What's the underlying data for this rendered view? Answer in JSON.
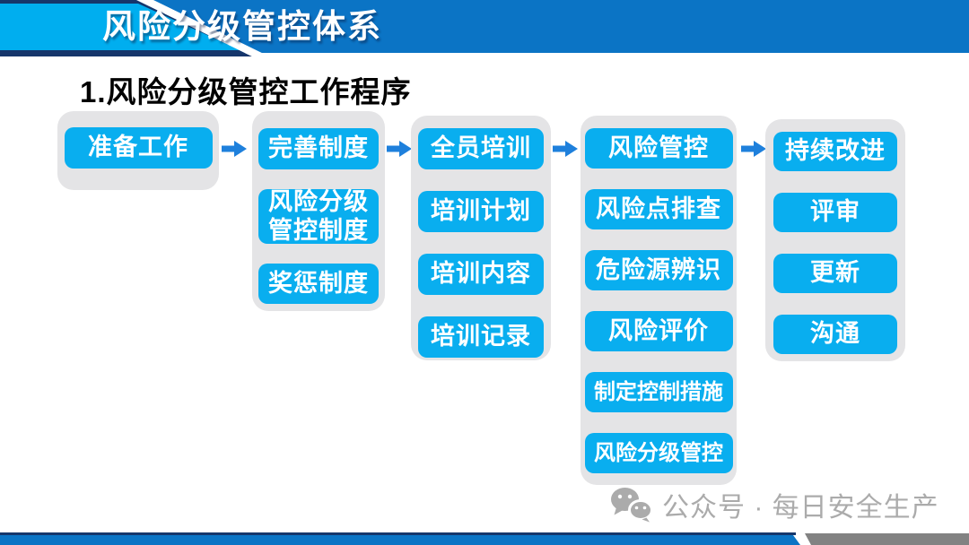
{
  "header": {
    "title": "风险分级管控体系"
  },
  "subtitle": "1.风险分级管控工作程序",
  "flow": {
    "columns": [
      {
        "name": "stage-1",
        "items": [
          "准备工作"
        ]
      },
      {
        "name": "stage-2",
        "items": [
          "完善制度",
          "风险分级管控制度",
          "奖惩制度"
        ]
      },
      {
        "name": "stage-3",
        "items": [
          "全员培训",
          "培训计划",
          "培训内容",
          "培训记录"
        ]
      },
      {
        "name": "stage-4",
        "items": [
          "风险管控",
          "风险点排查",
          "危险源辨识",
          "风险评价",
          "制定控制措施",
          "风险分级管控"
        ]
      },
      {
        "name": "stage-5",
        "items": [
          "持续改进",
          "评审",
          "更新",
          "沟通"
        ]
      }
    ]
  },
  "watermark": {
    "icon": "wechat-icon",
    "text": "公众号 · 每日安全生产"
  },
  "colors": {
    "header_blue": "#0b74c5",
    "accent_cyan": "#00aeef",
    "navy": "#16366b",
    "node_blue": "#09aeef",
    "panel_gray": "#e4e4e6",
    "footer_gray": "#828282",
    "arrow_blue": "#1e80dc",
    "watermark_gray": "#ababab"
  }
}
